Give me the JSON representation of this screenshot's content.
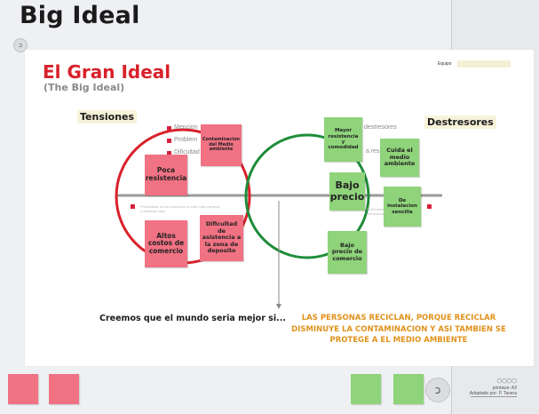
{
  "page": {
    "title": "Big Ideal"
  },
  "board": {
    "title": "El Gran Ideal",
    "subtitle": "(The Big Ideal)",
    "team_label": "Equipo",
    "team_value": "",
    "tensions_label": "Tensiones",
    "destresores_label": "Destresores",
    "tension_bullets": [
      "Mencion",
      "Problem",
      "Dificultad"
    ],
    "destresor_bullets": [
      "destresores",
      "a resp"
    ],
    "faint_left": "Profundizar en las tensiones en este vida mientras y sabiendo aqui",
    "faint_right": "Profundizar con lo interesante",
    "pink_notes": [
      "Contaminacion del Medio ambiente",
      "Poca resistencia",
      "Altos costos de comercio",
      "Dificultad de asistencia a la zona de deposito"
    ],
    "green_notes": [
      "Mayor resistencia y comodidad",
      "Cuida el medio ambiente",
      "Bajo precio",
      "De instalacion sencilla",
      "Bajo precio de comercio"
    ],
    "statement": "Creemos que el mundo seria mejor si...",
    "answer": "LAS PERSONAS RECICLAN, PORQUE RECICLAR DISMINUYE LA CONTAMINACION Y ASI TAMBIEN SE PROTEGE A EL MEDIO AMBIENTE"
  },
  "footer": {
    "logo_glyph": "ↄ",
    "top_logo_glyph": "ↄ",
    "line1": "◯◯◯◯",
    "line2": "printsize: A3",
    "line3": "Adaptado por: P. Tavera"
  },
  "colors": {
    "red": "#d8212b",
    "green": "#1f8c3a",
    "pink_note": "#f07283",
    "green_note": "#8fd37a",
    "answer": "#e0921c"
  }
}
